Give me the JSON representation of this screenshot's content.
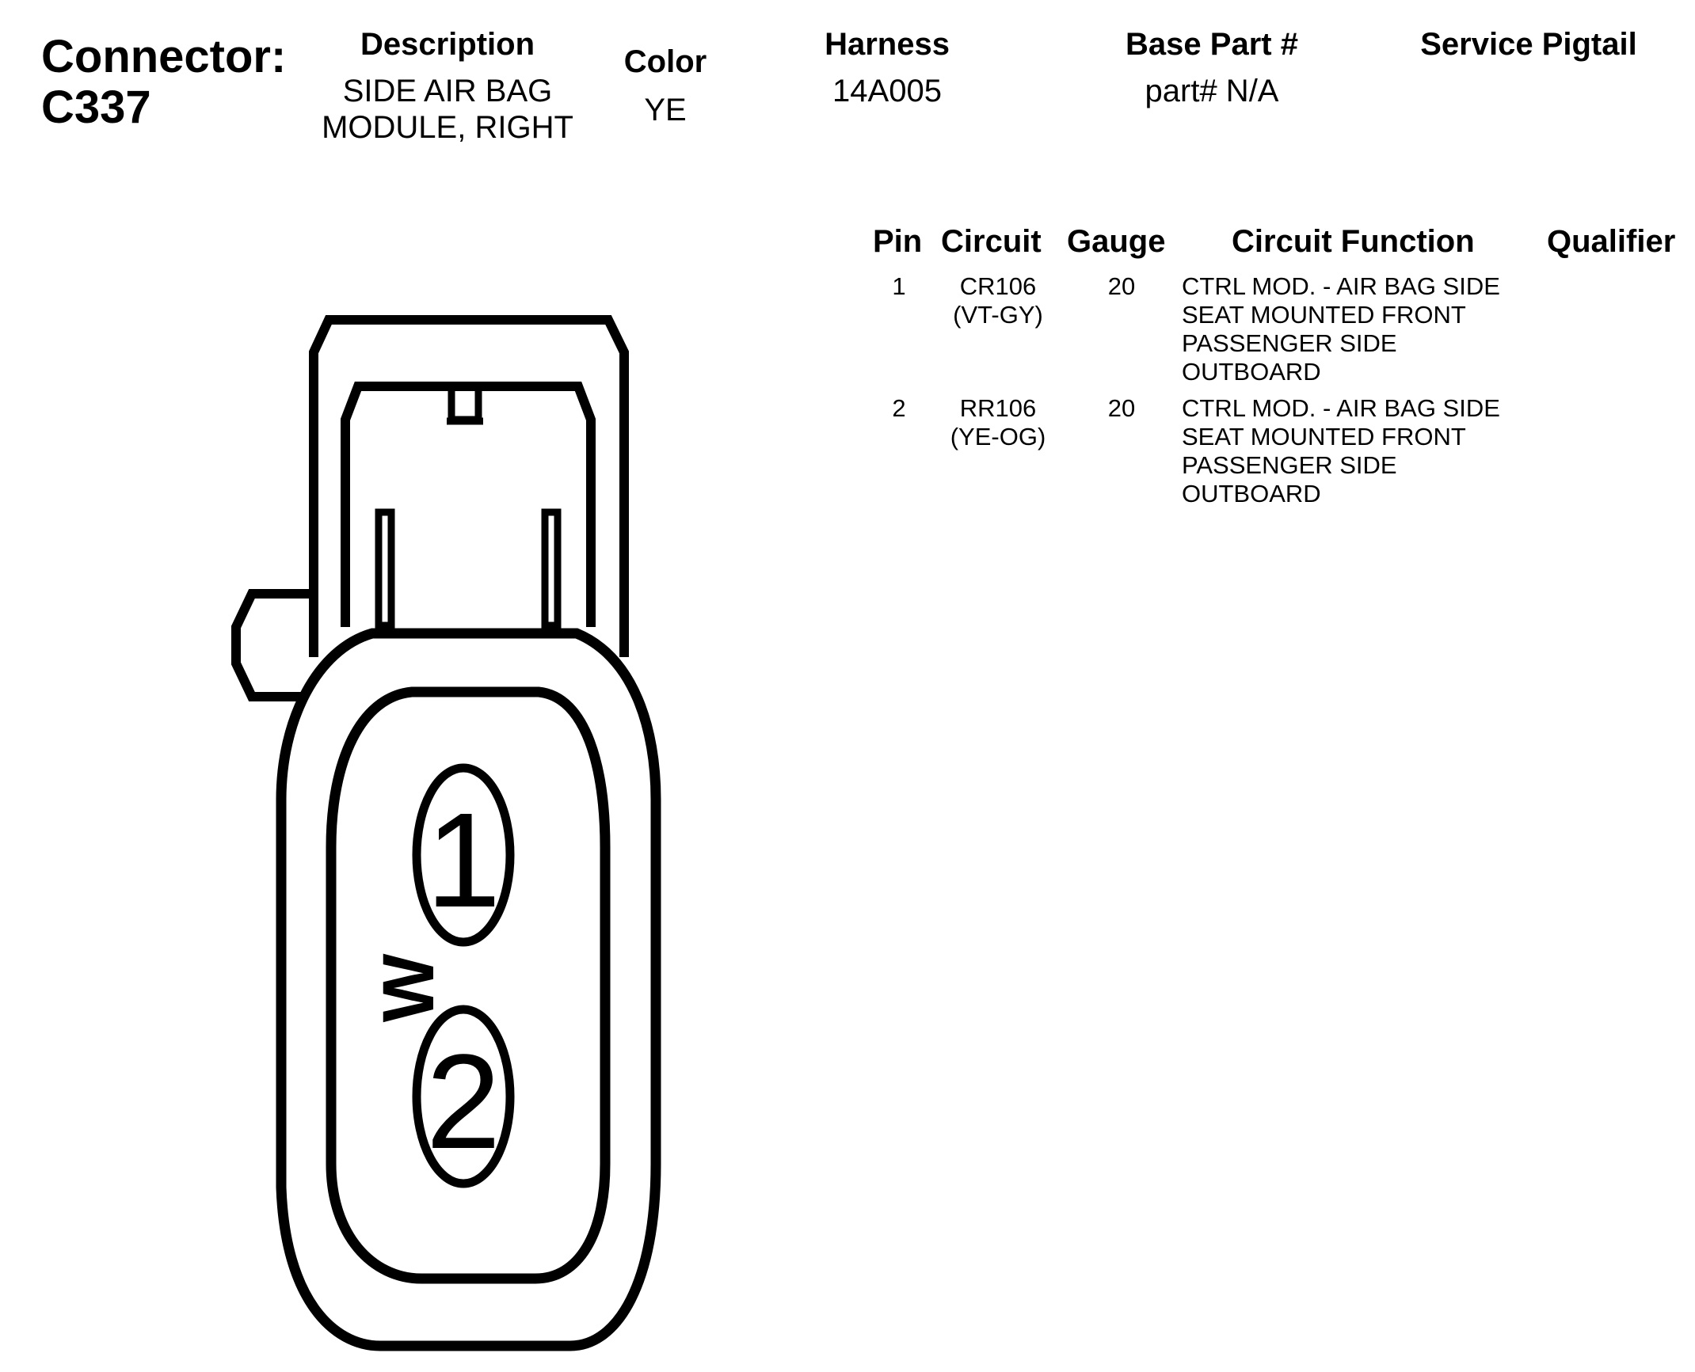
{
  "header": {
    "connector_label": "Connector:",
    "connector_id": "C337",
    "columns": {
      "description": {
        "label": "Description",
        "value_line1": "SIDE AIR BAG",
        "value_line2": "MODULE, RIGHT"
      },
      "color": {
        "label": "Color",
        "value": "YE"
      },
      "harness": {
        "label": "Harness",
        "value": "14A005"
      },
      "base_part": {
        "label": "Base Part #",
        "value": "part# N/A"
      },
      "service_pigtail": {
        "label": "Service Pigtail",
        "value": ""
      }
    }
  },
  "pin_table": {
    "headers": {
      "pin": "Pin",
      "circuit": "Circuit",
      "gauge": "Gauge",
      "function": "Circuit Function",
      "qualifier": "Qualifier"
    },
    "rows": [
      {
        "pin": "1",
        "circuit": "CR106",
        "circuit_color": "(VT-GY)",
        "gauge": "20",
        "function_lines": [
          "CTRL MOD. - AIR BAG SIDE",
          "SEAT MOUNTED FRONT",
          "PASSENGER SIDE",
          "OUTBOARD"
        ],
        "qualifier": ""
      },
      {
        "pin": "2",
        "circuit": "RR106",
        "circuit_color": "(YE-OG)",
        "gauge": "20",
        "function_lines": [
          "CTRL MOD. - AIR BAG SIDE",
          "SEAT MOUNTED FRONT",
          "PASSENGER SIDE",
          "OUTBOARD"
        ],
        "qualifier": ""
      }
    ]
  },
  "diagram": {
    "pin_labels": [
      "1",
      "2"
    ],
    "cavity_marker": "W"
  }
}
